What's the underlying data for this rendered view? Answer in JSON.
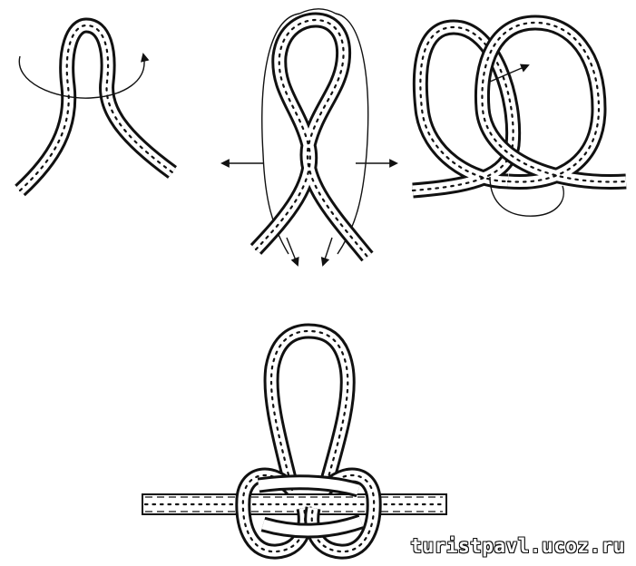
{
  "watermark": "turistpavl.ucoz.ru",
  "colors": {
    "ink": "#111111",
    "paper": "#ffffff"
  },
  "steps": [
    {
      "id": "step-1",
      "arrows": [
        "curved-rotation-arrow"
      ]
    },
    {
      "id": "step-2",
      "arrows": [
        "left-arrow",
        "right-arrow",
        "down-arrow-left",
        "down-arrow-right"
      ]
    },
    {
      "id": "step-3",
      "arrows": [
        "diagonal-arrow"
      ]
    },
    {
      "id": "final-knot",
      "arrows": []
    }
  ]
}
